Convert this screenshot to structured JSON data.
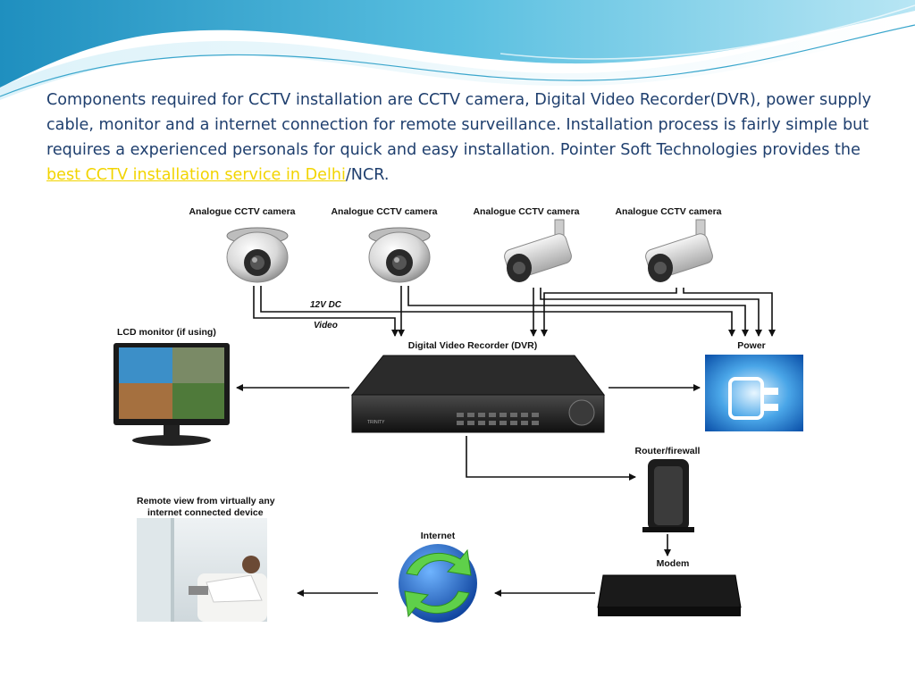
{
  "paragraph": {
    "text_before_link": "Components required for CCTV installation are CCTV camera, Digital Video Recorder(DVR), power supply cable, monitor and a internet connection for remote surveillance. Installation process is fairly simple but requires a experienced personals for quick and easy installation. Pointer Soft Technologies provides the ",
    "link_text": "best CCTV  installation service in Delhi",
    "text_after_link": "/NCR."
  },
  "diagram": {
    "cameras": [
      {
        "label": "Analogue CCTV camera",
        "type": "dome"
      },
      {
        "label": "Analogue CCTV camera",
        "type": "dome"
      },
      {
        "label": "Analogue CCTV camera",
        "type": "bullet"
      },
      {
        "label": "Analogue CCTV camera",
        "type": "bullet"
      }
    ],
    "dc_label": "12V DC",
    "video_label": "Video",
    "dvr_label": "Digital Video Recorder (DVR)",
    "dvr_brand": "TRINITY",
    "monitor_label": "LCD monitor (if using)",
    "power_label": "Power",
    "router_label": "Router/firewall",
    "modem_label": "Modem",
    "internet_label": "Internet",
    "remote_label_line1": "Remote view from virtually any",
    "remote_label_line2": "internet connected device"
  },
  "colors": {
    "text": "#1f3f6e",
    "link": "#f2d400",
    "wave_top": "#2fa4c9",
    "wave_light": "#bfe6f2"
  }
}
